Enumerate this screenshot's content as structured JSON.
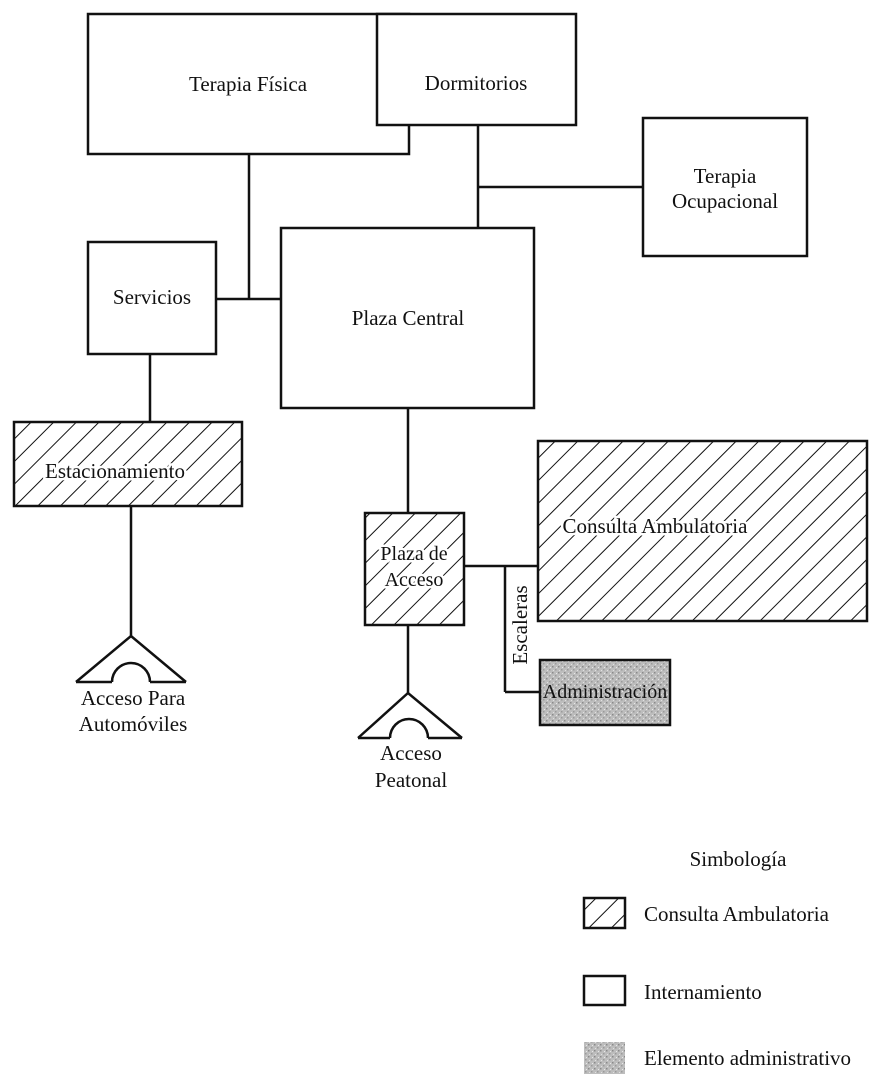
{
  "blocks": {
    "terapia_fisica": "Terapia Física",
    "dormitorios": "Dormitorios",
    "terapia_ocupacional": [
      "Terapia",
      "Ocupacional"
    ],
    "servicios": "Servicios",
    "plaza_central": "Plaza Central",
    "estacionamiento": "Estacionamiento",
    "plaza_de_acceso": [
      "Plaza de",
      "Acceso"
    ],
    "consulta_ambulatoria": "Consulta Ambulatoria",
    "escaleras": "Escaleras",
    "administracion": "Administración"
  },
  "accesses": {
    "automoviles": [
      "Acceso Para",
      "Automóviles"
    ],
    "peatonal": [
      "Acceso",
      "Peatonal"
    ]
  },
  "legend": {
    "title": "Simbología",
    "items": [
      {
        "key": "hatch",
        "label": "Consulta Ambulatoria"
      },
      {
        "key": "plain",
        "label": "Internamiento"
      },
      {
        "key": "gray",
        "label": "Elemento administrativo"
      }
    ]
  },
  "colors": {
    "line": "#111111",
    "fill_internamiento": "#ffffff",
    "fill_administrativo": "#b8b8b8"
  }
}
